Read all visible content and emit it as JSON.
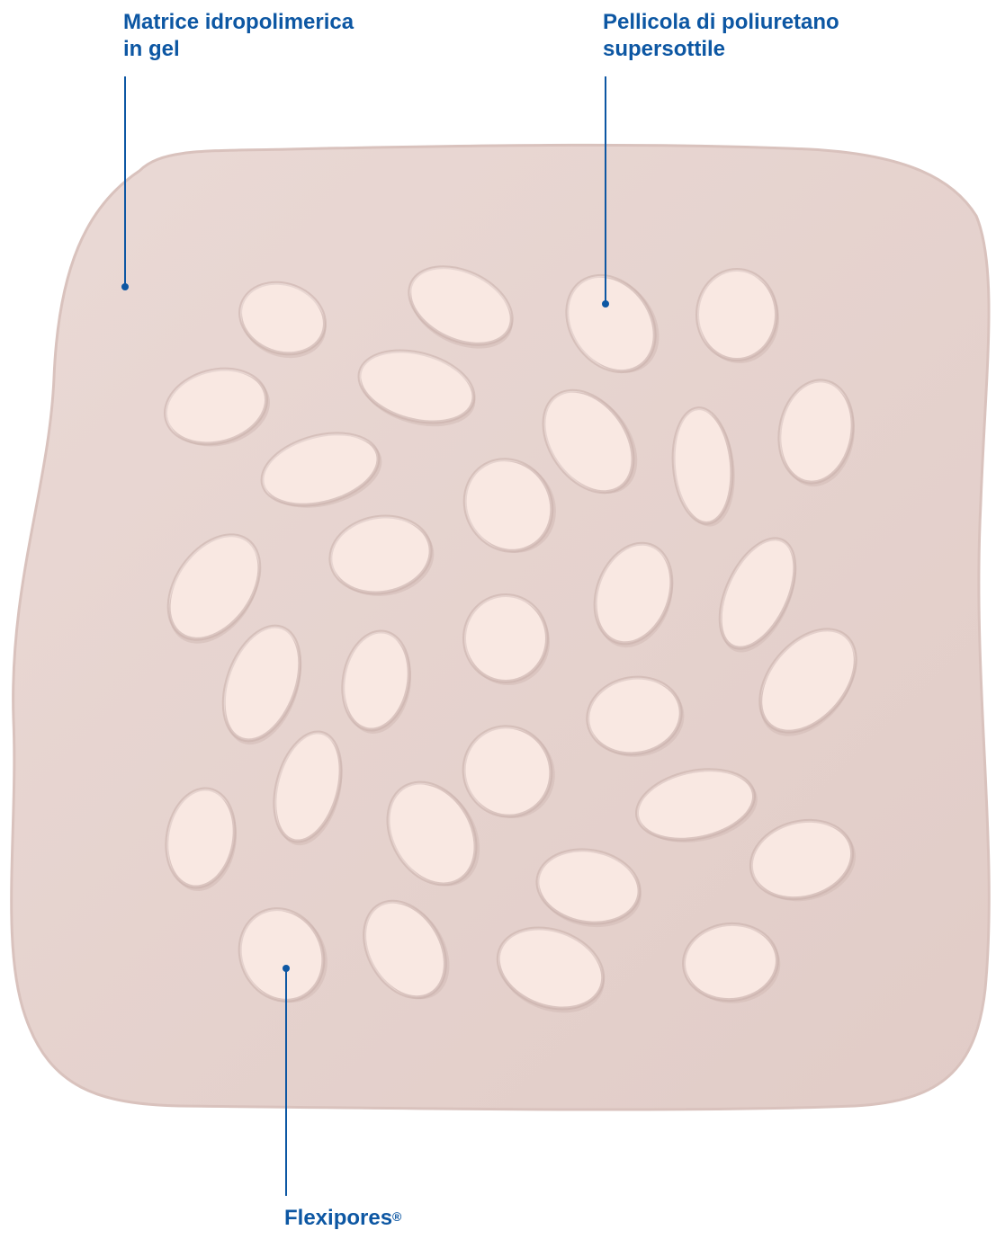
{
  "callouts": {
    "gel_matrix": {
      "line1": "Matrice idropolimerica",
      "line2": "in gel"
    },
    "pu_film": {
      "line1": "Pellicola di poliuretano",
      "line2": "supersottile"
    },
    "flexipores": {
      "text": "Flexipores",
      "mark": "®"
    }
  },
  "colors": {
    "callout": "#0d57a3",
    "pad": "#e6d3cf",
    "pad_edge": "#d9c2bd",
    "pore": "#f9e8e2",
    "pore_rim": "#c9afaa"
  }
}
